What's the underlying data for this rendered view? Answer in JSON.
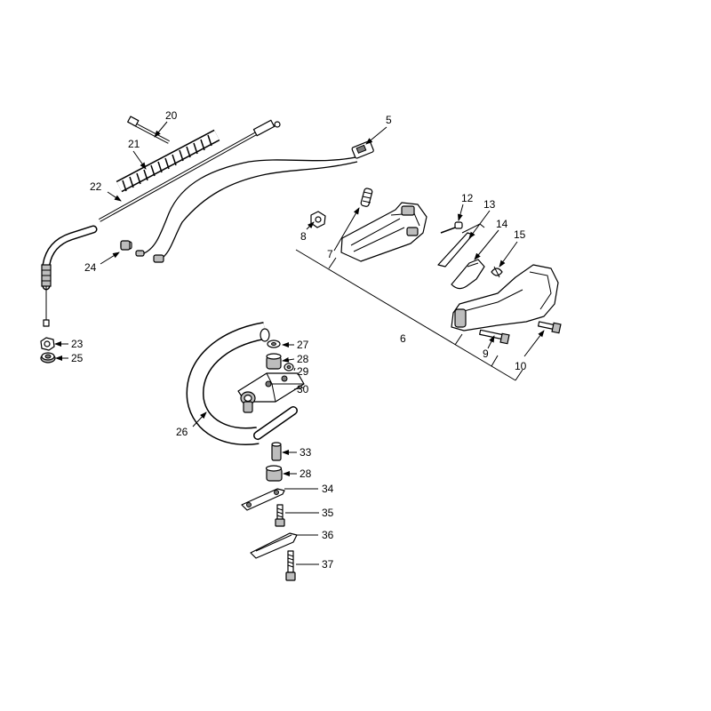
{
  "diagram": {
    "callouts": [
      "5",
      "6",
      "7",
      "8",
      "9",
      "10",
      "12",
      "13",
      "14",
      "15",
      "20",
      "21",
      "22",
      "23",
      "24",
      "25",
      "26",
      "27",
      "28",
      "29",
      "30",
      "33",
      "28",
      "34",
      "35",
      "36",
      "37"
    ]
  }
}
